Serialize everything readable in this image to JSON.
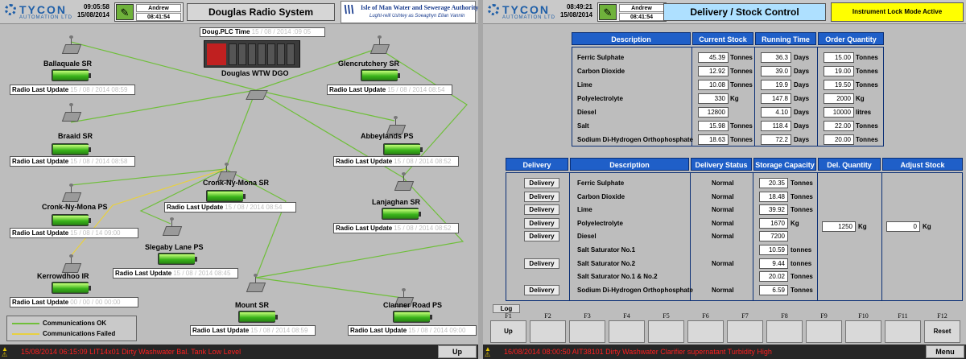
{
  "colors": {
    "ok": "#6fbf3a",
    "failed": "#e8d040",
    "header_blue": "#1f5fc8",
    "alarm_red": "#ff2020"
  },
  "left": {
    "logo": {
      "name": "TYCON",
      "sub": "AUTOMATION LTD"
    },
    "time": "09:05:58",
    "date": "15/08/2014",
    "user": {
      "name": "Andrew",
      "time": "08:41:54"
    },
    "title": "Douglas Radio System",
    "authority": {
      "line1": "Isle of Man Water and Sewerage Authority",
      "line2": "Lught-reill Ushtey as Soeaghyn Ellan Vannin"
    },
    "plc_label": "Doug.PLC Time",
    "plc_value": "15 / 08 / 2014    :09    05",
    "wtw_name": "Douglas WTW DGO",
    "rlu_label": "Radio Last Update",
    "sites": [
      {
        "name": "Ballaquale SR",
        "update": "15 / 08 / 2014 08:59",
        "battery": 1.0
      },
      {
        "name": "Glencrutchery SR",
        "update": "15 / 08 / 2014 08:54",
        "battery": 1.0
      },
      {
        "name": "Braaid SR",
        "update": "15 / 08 / 2014 08:58",
        "battery": 1.0
      },
      {
        "name": "Abbeylands PS",
        "update": "15 / 08 / 2014 08:52",
        "battery": 1.0
      },
      {
        "name": "Cronk-Ny-Mona SR",
        "update": "15 / 08 / 2014 08:54",
        "battery": 1.0
      },
      {
        "name": "Lanjaghan SR",
        "update": "15 / 08 / 2014 08:52",
        "battery": 1.0
      },
      {
        "name": "Cronk-Ny-Mona PS",
        "update": "15 / 08 / 14        09:00",
        "battery": 1.0
      },
      {
        "name": "Slegaby Lane PS",
        "update": "15 / 08 / 2014 08:45",
        "battery": 1.0
      },
      {
        "name": "Kerrowdhoo IR",
        "update": "00 / 00 / 00        00:00",
        "battery": 1.0
      },
      {
        "name": "Mount SR",
        "update": "15 / 08 / 2014 08:59",
        "battery": 1.0
      },
      {
        "name": "Clanner Road PS",
        "update": "15 / 08 / 2014 09:00",
        "battery": 1.0
      }
    ],
    "legend": {
      "ok": "Communications OK",
      "failed": "Communications Failed"
    },
    "footer": {
      "alarm": "15/08/2014  06:15:09   LIT14x01          Dirty Washwater Bal. Tank Low Level",
      "up": "Up"
    }
  },
  "right": {
    "logo": {
      "name": "TYCON",
      "sub": "AUTOMATION LTD"
    },
    "time": "08:49:21",
    "date": "15/08/2014",
    "user": {
      "name": "Andrew",
      "time": "08:41:54"
    },
    "title": "Delivery / Stock Control",
    "lock": "Instrument Lock Mode Active",
    "stock_table": {
      "headers": [
        "Description",
        "Current Stock",
        "Running Time",
        "Order Quantity"
      ],
      "rows": [
        {
          "desc": "Ferric Sulphate",
          "stock": "45.39",
          "stock_unit": "Tonnes",
          "run": "36.3",
          "run_unit": "Days",
          "order": "15.00",
          "order_unit": "Tonnes"
        },
        {
          "desc": "Carbon Dioxide",
          "stock": "12.92",
          "stock_unit": "Tonnes",
          "run": "39.0",
          "run_unit": "Days",
          "order": "19.00",
          "order_unit": "Tonnes"
        },
        {
          "desc": "Lime",
          "stock": "10.08",
          "stock_unit": "Tonnes",
          "run": "19.9",
          "run_unit": "Days",
          "order": "19.50",
          "order_unit": "Tonnes"
        },
        {
          "desc": "Polyelectrolyte",
          "stock": "330",
          "stock_unit": "Kg",
          "run": "147.8",
          "run_unit": "Days",
          "order": "2000",
          "order_unit": "Kg"
        },
        {
          "desc": "Diesel",
          "stock": "12800",
          "stock_unit": "",
          "run": "4.10",
          "run_unit": "Days",
          "order": "10000",
          "order_unit": "litres"
        },
        {
          "desc": "Salt",
          "stock": "15.98",
          "stock_unit": "Tonnes",
          "run": "118.4",
          "run_unit": "Days",
          "order": "22.00",
          "order_unit": "Tonnes"
        },
        {
          "desc": "Sodium Di-Hydrogen Orthophosphate",
          "stock": "18.63",
          "stock_unit": "Tonnes",
          "run": "72.2",
          "run_unit": "Days",
          "order": "20.00",
          "order_unit": "Tonnes"
        }
      ]
    },
    "delivery_table": {
      "headers": [
        "Delivery",
        "Description",
        "Delivery Status",
        "Storage Capacity",
        "Del. Quantity",
        "Adjust Stock"
      ],
      "button_label": "Delivery",
      "rows": [
        {
          "btn": true,
          "desc": "Ferric Sulphate",
          "status": "Normal",
          "cap": "20.35",
          "unit": "Tonnes"
        },
        {
          "btn": true,
          "desc": "Carbon Dioxide",
          "status": "Normal",
          "cap": "18.48",
          "unit": "Tonnes"
        },
        {
          "btn": true,
          "desc": "Lime",
          "status": "Normal",
          "cap": "39.92",
          "unit": "Tonnes"
        },
        {
          "btn": true,
          "desc": "Polyelectrolyte",
          "status": "Normal",
          "cap": "1670",
          "unit": "Kg"
        },
        {
          "btn": true,
          "desc": "Diesel",
          "status": "Normal",
          "cap": "7200",
          "unit": ""
        },
        {
          "btn": false,
          "desc": "Salt Saturator No.1",
          "status": "",
          "cap": "10.59",
          "unit": "tonnes"
        },
        {
          "btn": true,
          "desc": "Salt Saturator No.2",
          "status": "Normal",
          "cap": "9.44",
          "unit": "tonnes"
        },
        {
          "btn": false,
          "desc": "Salt Saturator No.1 & No.2",
          "status": "",
          "cap": "20.02",
          "unit": "Tonnes"
        },
        {
          "btn": true,
          "desc": "Sodium Di-Hydrogen Orthophosphate",
          "status": "Normal",
          "cap": "6.59",
          "unit": "Tonnes"
        }
      ],
      "del_quantity": "1250",
      "del_unit": "Kg",
      "adjust": "0",
      "adjust_unit": "Kg"
    },
    "log_tab": "Log",
    "fkeys": [
      {
        "label": "F1",
        "btn": "Up"
      },
      {
        "label": "F2",
        "btn": ""
      },
      {
        "label": "F3",
        "btn": ""
      },
      {
        "label": "F4",
        "btn": ""
      },
      {
        "label": "F5",
        "btn": ""
      },
      {
        "label": "F6",
        "btn": ""
      },
      {
        "label": "F7",
        "btn": ""
      },
      {
        "label": "F8",
        "btn": ""
      },
      {
        "label": "F9",
        "btn": ""
      },
      {
        "label": "F10",
        "btn": ""
      },
      {
        "label": "F11",
        "btn": ""
      },
      {
        "label": "F12",
        "btn": "Reset"
      }
    ],
    "footer": {
      "alarm": "16/08/2014  08:00:50   AIT38101          Dirty Washwater Clarifier supernatant Turbidity High",
      "menu": "Menu"
    }
  }
}
